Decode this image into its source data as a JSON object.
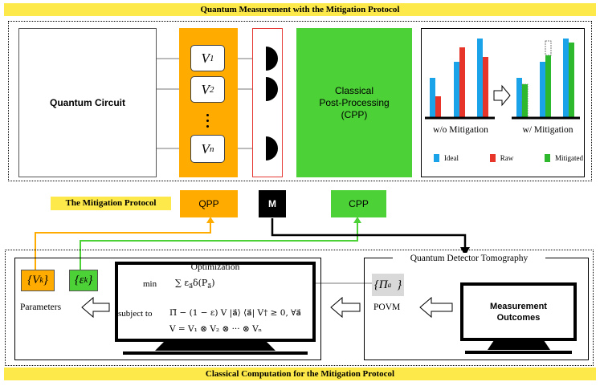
{
  "top_banner": "Quantum Measurement with the Mitigation Protocol",
  "bottom_banner": "Classical Computation for the Mitigation Protocol",
  "quantum_circuit_label": "Quantum Circuit",
  "v_gates": [
    "V",
    "V",
    "V"
  ],
  "v_subs": [
    "1",
    "2",
    "n"
  ],
  "cpp_box_lines": [
    "Classical",
    "Post-Processing",
    "(CPP)"
  ],
  "chart_captions": {
    "left": "w/o Mitigation",
    "right": "w/ Mitigation"
  },
  "chart_legend": [
    {
      "name": "Ideal",
      "color": "#1aa3e8"
    },
    {
      "name": "Raw",
      "color": "#e8352a"
    },
    {
      "name": "Mitigated",
      "color": "#2eb82e"
    }
  ],
  "protocol_label": "The Mitigation Protocol",
  "protocol_boxes": {
    "qpp": "QPP",
    "m": "M",
    "cpp": "CPP"
  },
  "params": {
    "vk": "{V",
    "vk_sub": "k",
    "eps": "{ε",
    "eps_sub": "k",
    "label": "Parameters"
  },
  "optimization": {
    "title": "Optimization",
    "min_label": "min",
    "min_expr": "∑ ε",
    "min_expr_sub": "a⃗",
    "min_expr_rest": "δ(P",
    "min_sum_sub": "a⃗",
    "subject_label": "subject to",
    "constraint1": "Π̃ − (1 − ε) V |a⃗⟩ ⟨a⃗| V† ≥ 0,  ∀a⃗",
    "constraint2": "V = V₁ ⊗ V₂ ⊗ ··· ⊗ Vₙ"
  },
  "tomography": {
    "title": "Quantum Detector Tomography",
    "povm_symbol": "{Π",
    "povm_sub": "a⃗",
    "povm_label": "POVM",
    "outcomes_lines": [
      "Measurement",
      "Outcomes"
    ]
  },
  "colors": {
    "orange": "#ffab00",
    "green": "#4cd137",
    "red": "#e53935",
    "yellow": "#fde94a",
    "gray": "#d9d9d9"
  }
}
